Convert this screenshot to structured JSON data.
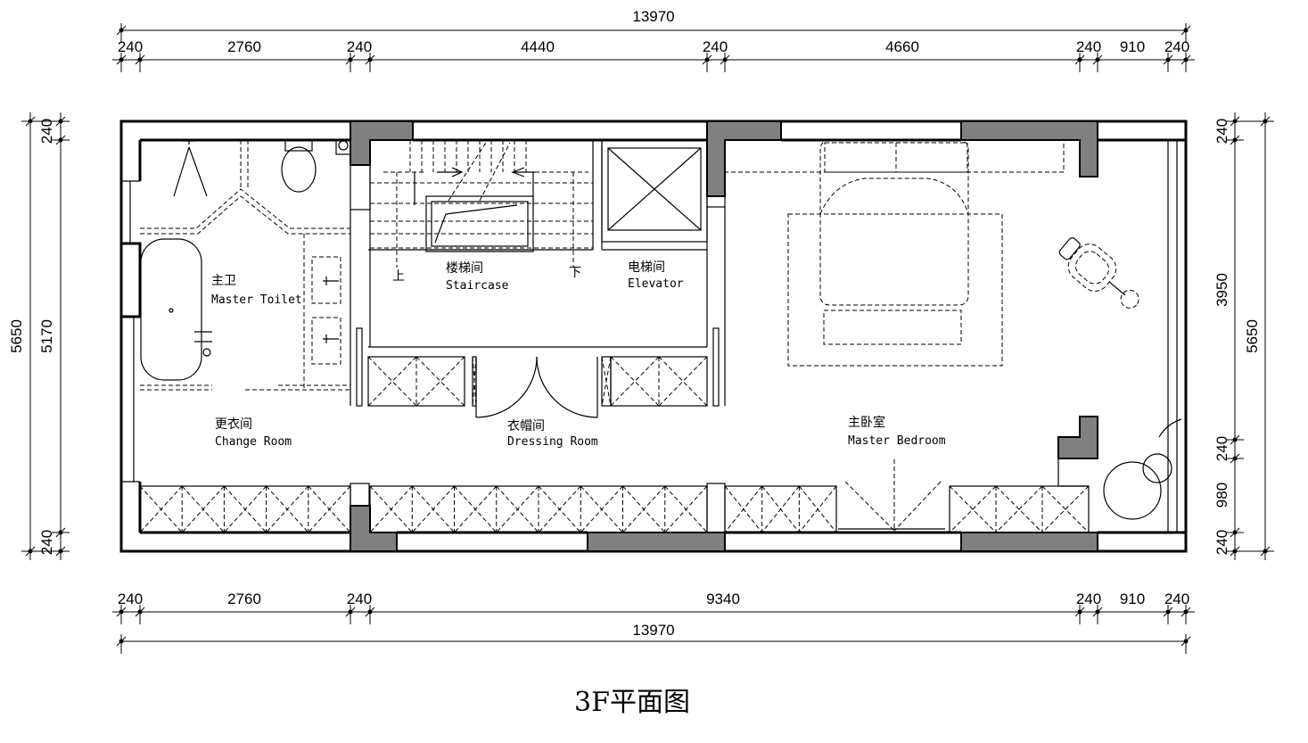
{
  "title": "3F平面图",
  "dimensions": {
    "top_total": "13970",
    "top_segments": [
      "240",
      "2760",
      "240",
      "4440",
      "240",
      "4660",
      "240",
      "910",
      "240"
    ],
    "bottom_segments": [
      "240",
      "2760",
      "240",
      "9340",
      "240",
      "910",
      "240"
    ],
    "bottom_total": "13970",
    "left_outer": "5650",
    "left_inner": "5170",
    "left_top": "240",
    "left_bottom": "240",
    "right_segments": [
      "240",
      "3950",
      "240",
      "980",
      "240"
    ],
    "right_outer": "5650"
  },
  "rooms": {
    "master_toilet": {
      "cn": "主卫",
      "en": "Master Toilet"
    },
    "staircase": {
      "cn": "楼梯间",
      "en": "Staircase"
    },
    "elevator": {
      "cn": "电梯间",
      "en": "Elevator"
    },
    "change_room": {
      "cn": "更衣间",
      "en": "Change Room"
    },
    "dressing_room": {
      "cn": "衣帽间",
      "en": "Dressing Room"
    },
    "master_bedroom": {
      "cn": "主卧室",
      "en": "Master Bedroom"
    }
  },
  "stair_marks": {
    "up": "上",
    "down": "下"
  }
}
